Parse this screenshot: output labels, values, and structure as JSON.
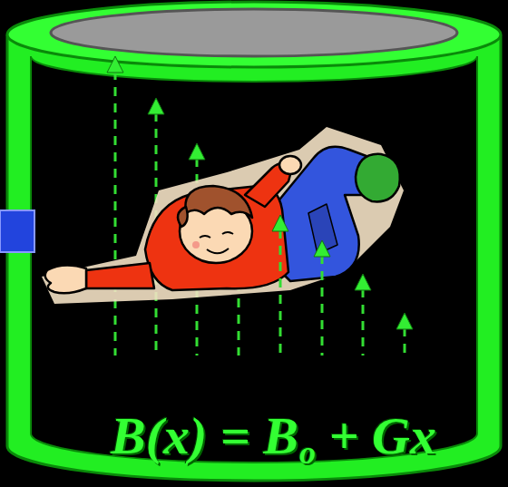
{
  "diagram": {
    "labels": [
      "B(x) = B",
      "o",
      "+ Gx"
    ]
  }
}
